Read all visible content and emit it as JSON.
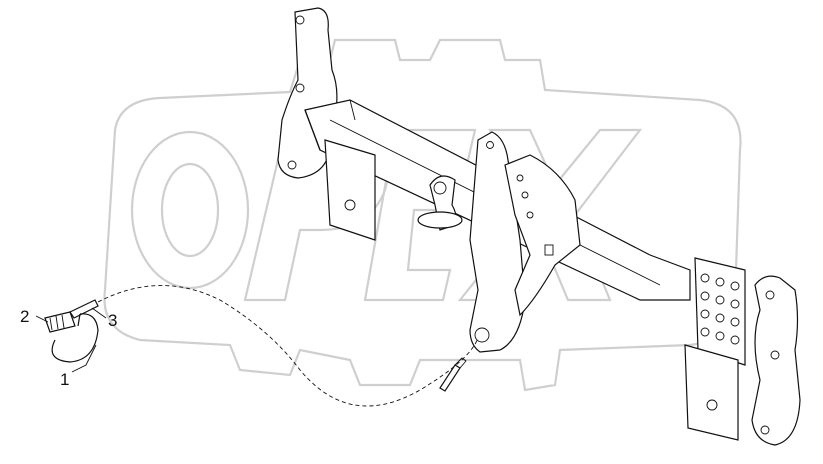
{
  "diagram": {
    "watermark_text": "OPEX",
    "corner_mark": "",
    "callouts": [
      {
        "id": "callout-1",
        "label": "1"
      },
      {
        "id": "callout-2",
        "label": "2"
      },
      {
        "id": "callout-3",
        "label": "3"
      }
    ]
  }
}
